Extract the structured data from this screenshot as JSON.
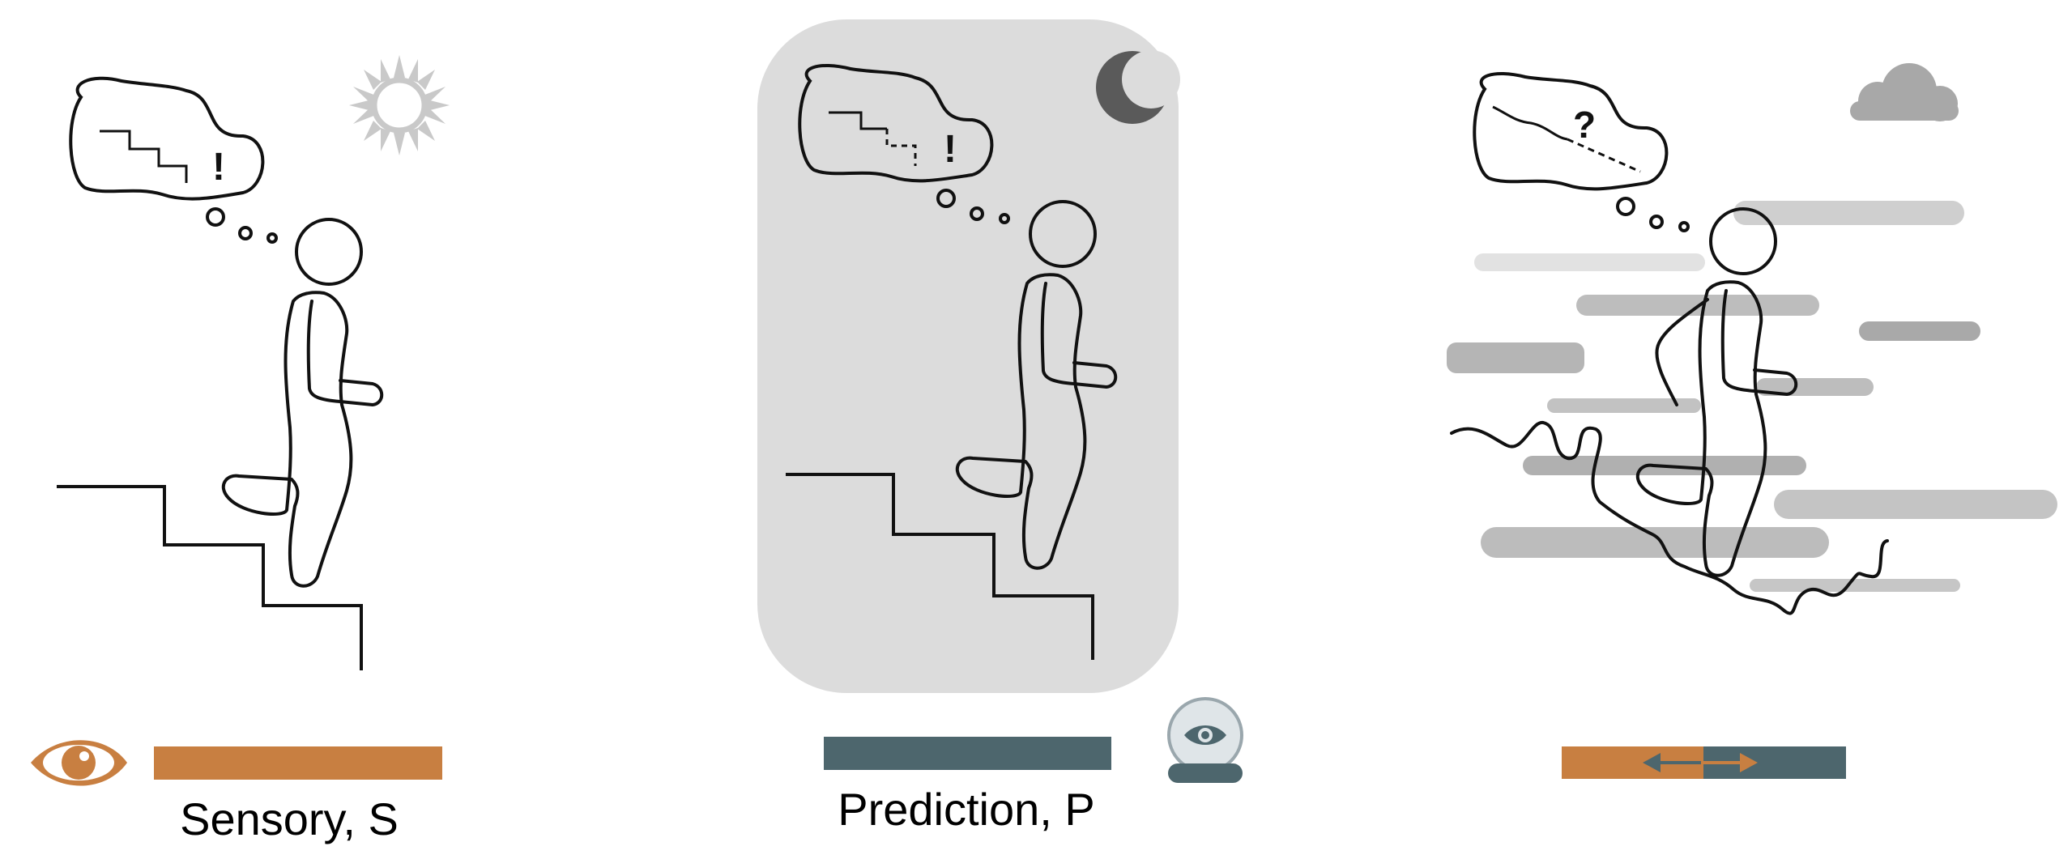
{
  "panels": [
    {
      "id": "sensory",
      "caption": "Sensory, S",
      "weather": "sun-icon",
      "bar_color": "#c87f41"
    },
    {
      "id": "prediction",
      "caption": "Prediction, P",
      "weather": "moon-icon",
      "bar_color": "#4d666d"
    },
    {
      "id": "combined",
      "caption": "",
      "weather": "cloud-icon",
      "bar_colors": [
        "#c87f41",
        "#4d666d"
      ]
    }
  ],
  "thought_marks": {
    "exclamation": "!",
    "question": "?"
  },
  "colors": {
    "sensory": "#c87f41",
    "prediction": "#4d666d",
    "highlight_box": "#dcdcdc",
    "fog": "#bdbdbd",
    "sun": "#c9c9c9",
    "moon": "#5a5a5a",
    "cloud": "#a8a8a8"
  },
  "icons": [
    "sun-icon",
    "moon-icon",
    "cloud-icon",
    "eye-icon",
    "crystal-ball-icon",
    "double-arrow-icon"
  ]
}
